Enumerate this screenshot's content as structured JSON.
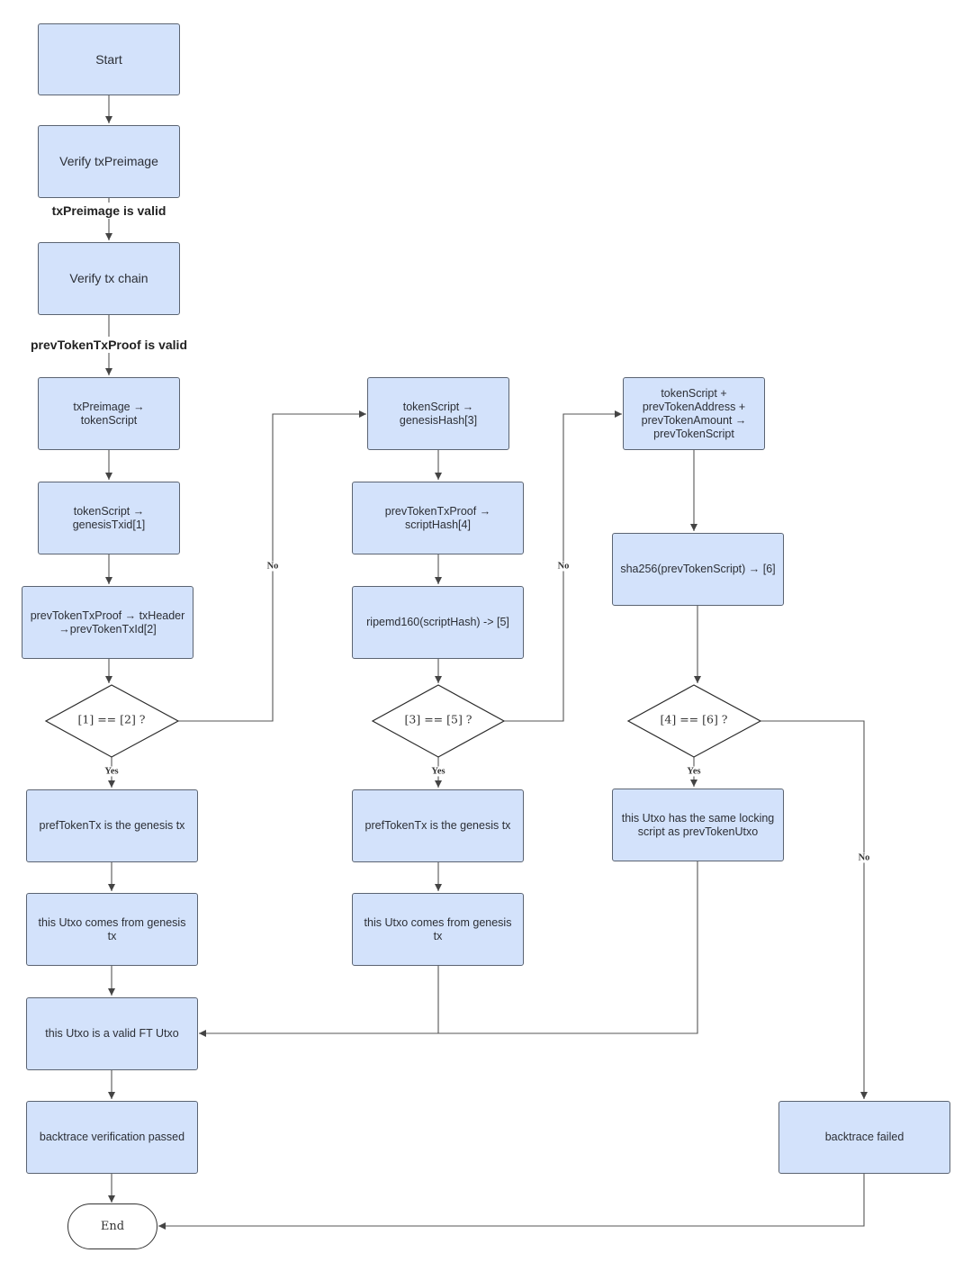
{
  "nodes": {
    "start": "Start",
    "verify_preimage": "Verify txPreimage",
    "verify_chain": "Verify tx chain",
    "a1": "txPreimage → tokenScript",
    "a2": "tokenScript →\ngenesisTxid[1]",
    "a3": "prevTokenTxProof → txHeader\n→prevTokenTxId[2]",
    "d1": "[1] == [2] ?",
    "a4": "prefTokenTx is the genesis tx",
    "a5": "this Utxo comes from genesis tx",
    "valid": "this Utxo is a valid FT Utxo",
    "passed": "backtrace verification passed",
    "end": "End",
    "b1": "tokenScript →\ngenesisHash[3]",
    "b2": "prevTokenTxProof →\nscriptHash[4]",
    "b3": "ripemd160(scriptHash) -> [5]",
    "d2": "[3] == [5] ?",
    "b4": "prefTokenTx is the genesis tx",
    "b5": "this Utxo comes from genesis tx",
    "c1": "tokenScript +\nprevTokenAddress +\nprevTokenAmount →\nprevTokenScript",
    "c2": "sha256(prevTokenScript) → [6]",
    "d3": "[4] == [6] ?",
    "c3": "this Utxo has the same locking\nscript as prevTokenUtxo",
    "failed": "backtrace failed"
  },
  "edge_labels": {
    "preimage_valid": "txPreimage is valid",
    "proof_valid": "prevTokenTxProof is valid",
    "d1_no": "No",
    "d1_yes": "Yes",
    "d2_no": "No",
    "d2_yes": "Yes",
    "d3_no": "No",
    "d3_yes": "Yes"
  },
  "colors": {
    "node_fill": "#d3e2fb",
    "node_border": "#5b6472",
    "line": "#444444"
  }
}
